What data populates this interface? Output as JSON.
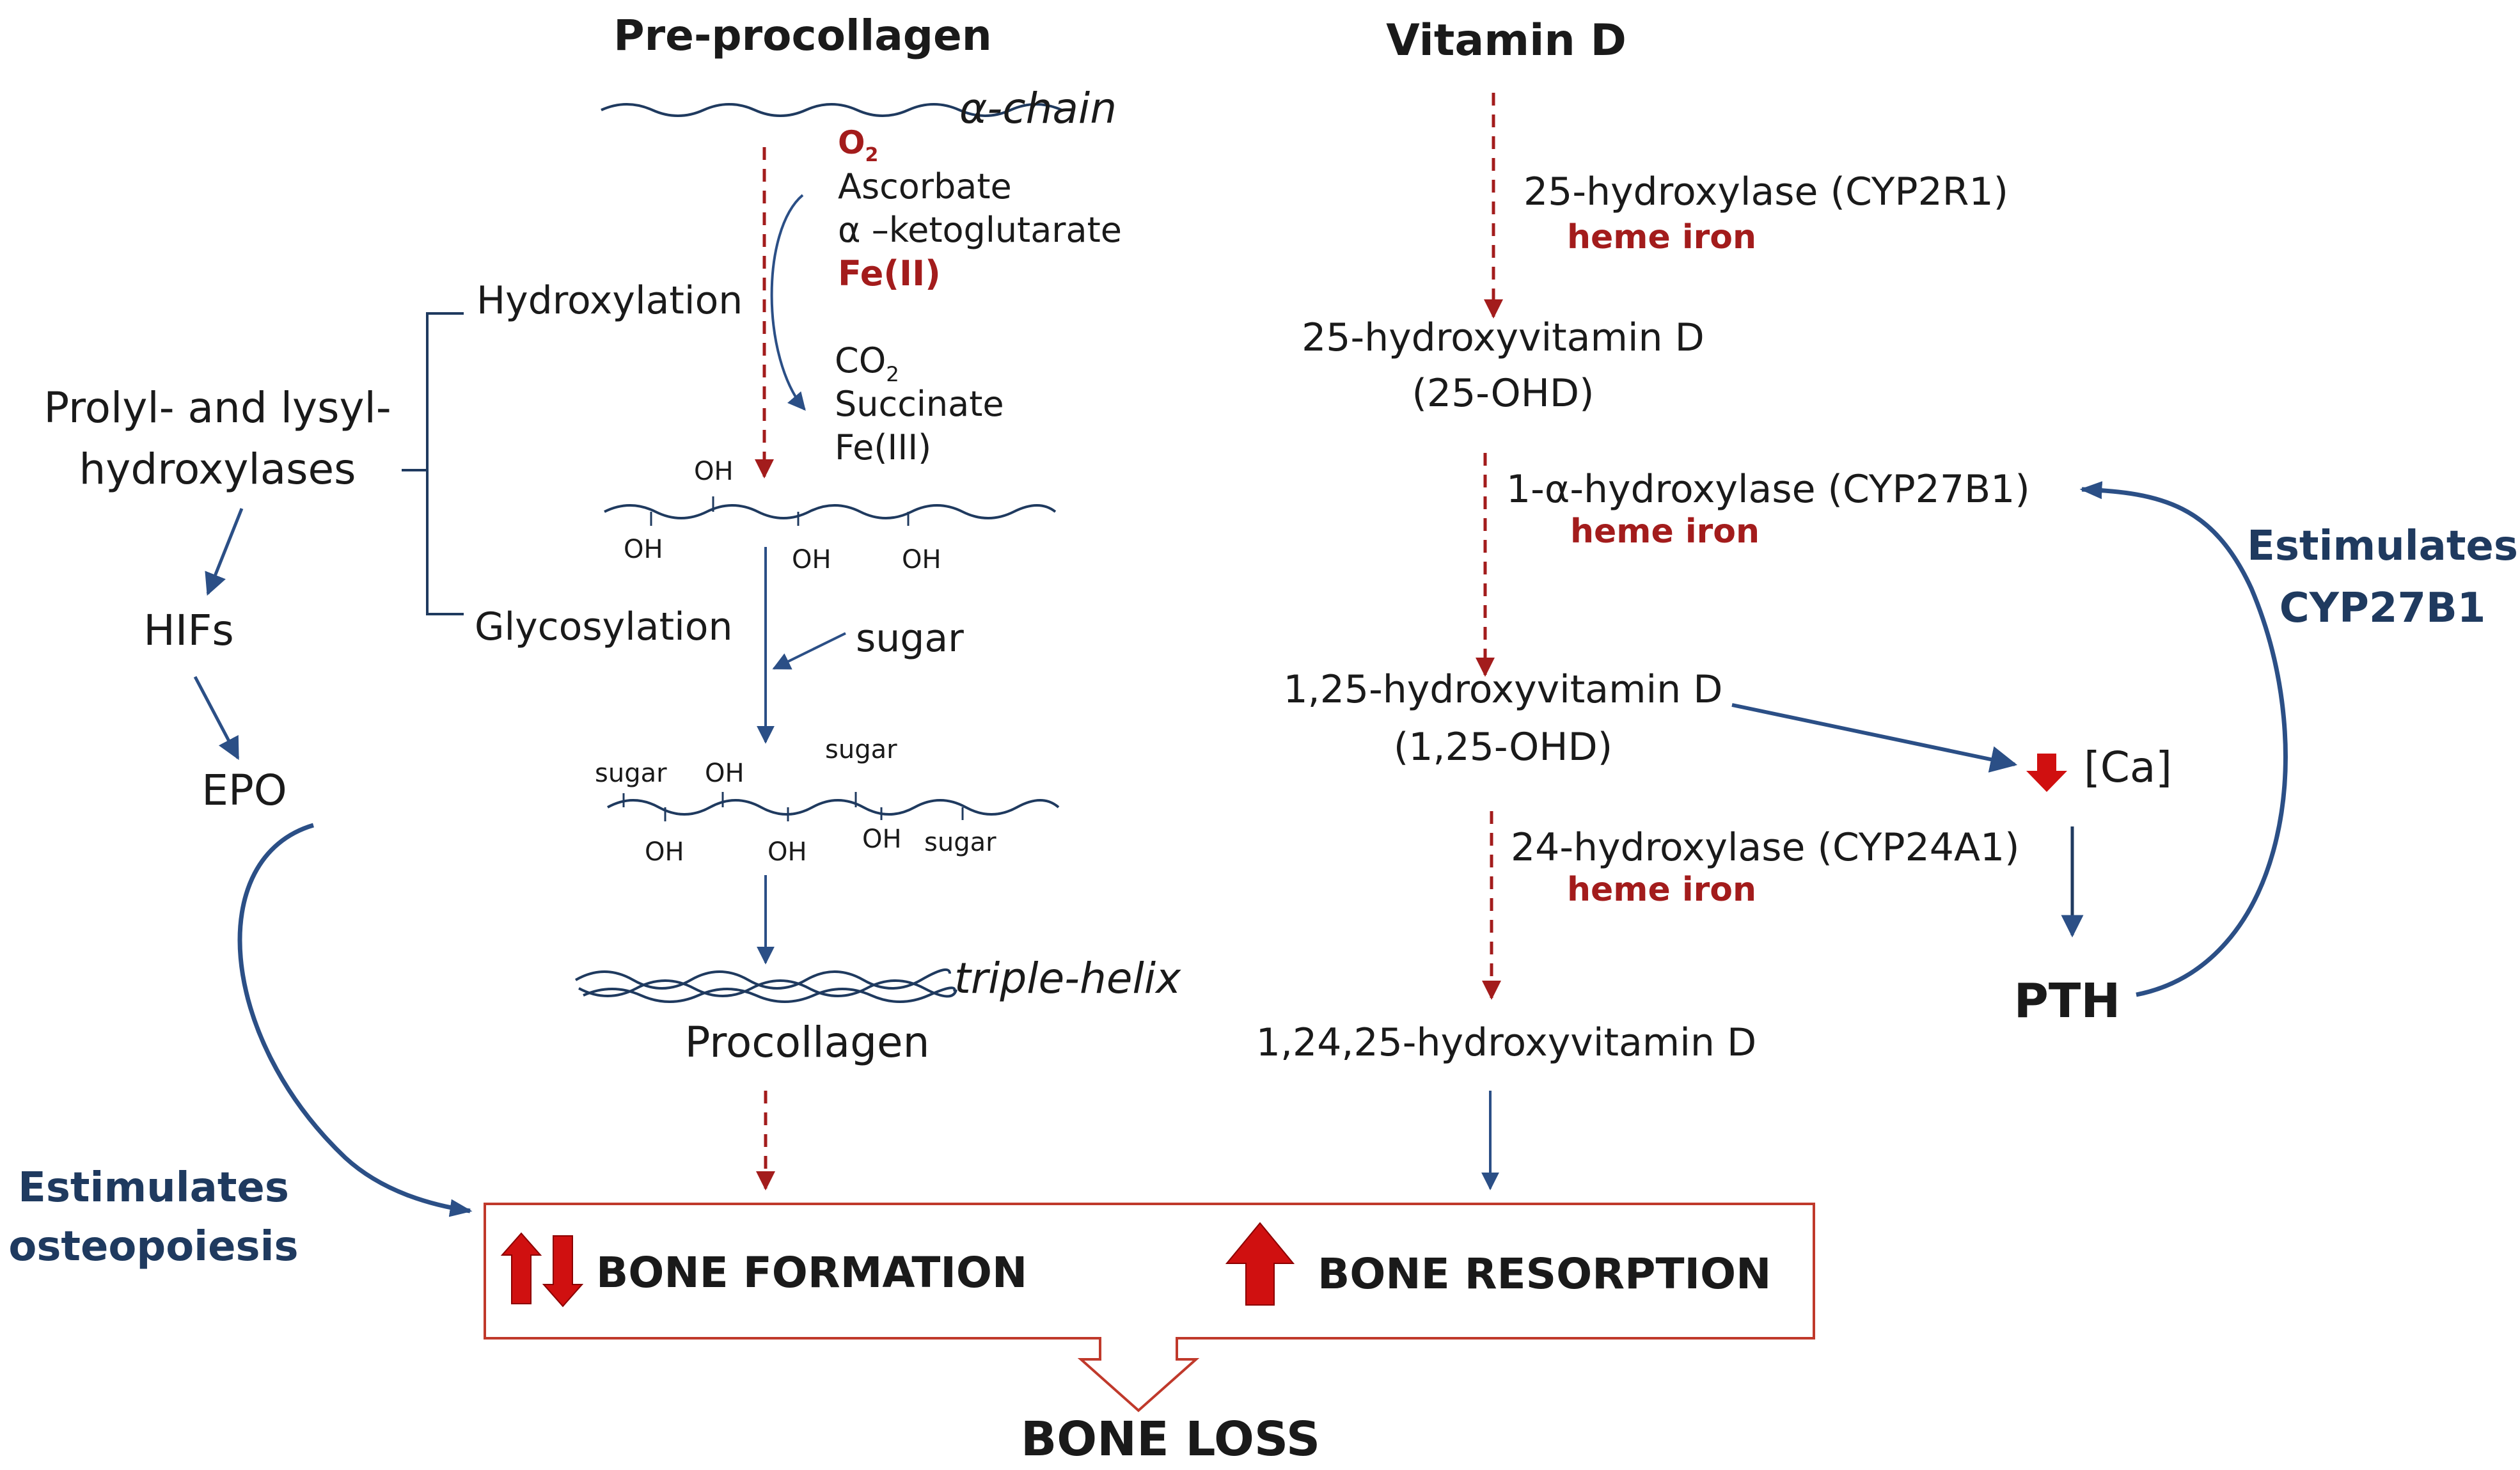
{
  "colors": {
    "text": "#1a1a1a",
    "accent_red": "#a31c1c",
    "accent_blue": "#1f3a5f",
    "arrow_blue": "#2b4f86",
    "big_arrow_red": "#d01010",
    "box_border": "#c0392b"
  },
  "collagen": {
    "title": "Pre-procollagen",
    "alpha_chain": "α-chain",
    "o2": "O",
    "o2_sub": "2",
    "ascorbate": "Ascorbate",
    "ketoglutarate": "α –ketoglutarate",
    "fe2": "Fe(II)",
    "co2": "CO",
    "co2_sub": "2",
    "succinate": "Succinate",
    "fe3": "Fe(III)",
    "hydroxylation": "Hydroxylation",
    "glycosylation": "Glycosylation",
    "oh": "OH",
    "sugar": "sugar",
    "triple_helix": "triple-helix",
    "procollagen": "Procollagen"
  },
  "left": {
    "enzymes_line1": "Prolyl- and lysyl-",
    "enzymes_line2": "hydroxylases",
    "hifs": "HIFs",
    "epo": "EPO",
    "osteo_line1": "Estimulates",
    "osteo_line2": "osteopoiesis"
  },
  "vitd": {
    "title": "Vitamin D",
    "enzyme1": "25-hydroxylase (CYP2R1)",
    "heme1": "heme iron",
    "product1_line1": "25-hydroxyvitamin D",
    "product1_line2": "(25-OHD)",
    "enzyme2": "1-α-hydroxylase (CYP27B1)",
    "heme2": "heme iron",
    "product2_line1": "1,25-hydroxyvitamin D",
    "product2_line2": "(1,25-OHD)",
    "enzyme3": "24-hydroxylase (CYP24A1)",
    "heme3": "heme iron",
    "product3": "1,24,25-hydroxyvitamin D"
  },
  "right": {
    "ca": "[Ca]",
    "pth": "PTH",
    "cyp_line1": "Estimulates",
    "cyp_line2": "CYP27B1"
  },
  "outcome": {
    "bone_formation": "BONE FORMATION",
    "bone_resorption": "BONE RESORPTION",
    "bone_loss": "BONE LOSS"
  }
}
